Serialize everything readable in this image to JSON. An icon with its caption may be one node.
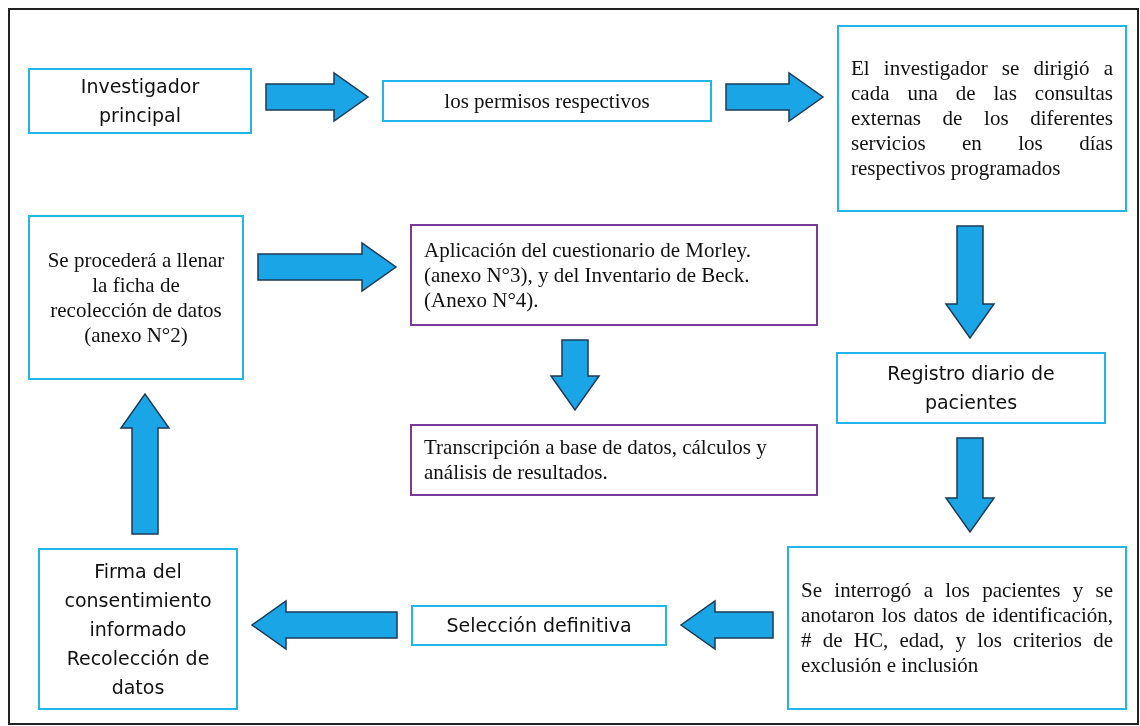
{
  "diagram": {
    "nodes": [
      {
        "text": [
          "Investigador principal"
        ]
      },
      {
        "text": [
          "los permisos respectivos"
        ]
      },
      {
        "text": [
          "El investigador se dirigió a cada una de las consultas externas de los diferentes servicios en los días respectivos programados"
        ]
      },
      {
        "text": [
          "Se procederá a llenar la ficha de recolección de datos (anexo N°2)"
        ]
      },
      {
        "text": [
          "Aplicación del cuestionario de Morley. (anexo N°3), y del Inventario de Beck. (Anexo N°4)."
        ]
      },
      {
        "text": [
          "Transcripción a base de datos, cálculos y análisis de resultados."
        ]
      },
      {
        "text": [
          "Registro diario de pacientes"
        ]
      },
      {
        "text": [
          "Se interrogó a los pacientes y se anotaron los datos de identificación, # de HC, edad, y los criterios de exclusión e inclusión"
        ]
      },
      {
        "text": [
          "Selección definitiva"
        ]
      },
      {
        "text": [
          "Firma del consentimiento informado Recolección de datos"
        ]
      }
    ],
    "edges": [
      {
        "from": 0,
        "to": 1,
        "arrow": "to"
      },
      {
        "from": 1,
        "to": 2,
        "arrow": "to"
      },
      {
        "from": 2,
        "to": 6,
        "arrow": "to"
      },
      {
        "from": 3,
        "to": 4,
        "arrow": "to"
      },
      {
        "from": 4,
        "to": 5,
        "arrow": "to"
      },
      {
        "from": 6,
        "to": 7,
        "arrow": "to"
      },
      {
        "from": 7,
        "to": 8,
        "arrow": "to"
      },
      {
        "from": 8,
        "to": 9,
        "arrow": "to"
      },
      {
        "from": 9,
        "to": 3,
        "arrow": "to"
      }
    ]
  }
}
